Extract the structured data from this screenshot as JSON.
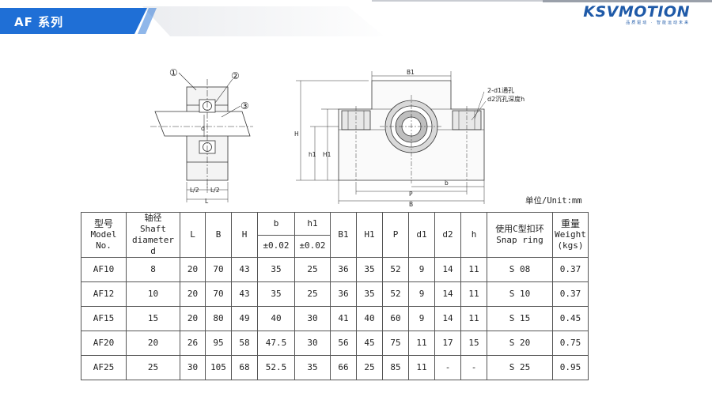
{
  "header": {
    "series_title": "AF 系列",
    "brand_name": "KSVMOTION",
    "brand_slogan": "品质驱动 · 智能运动未来",
    "colors": {
      "bar": "#1f6fd6",
      "accent": "#1f5aa8"
    }
  },
  "drawing": {
    "callouts": [
      "①",
      "②",
      "③"
    ],
    "left_labels": {
      "d": "d",
      "half_left": "L/2",
      "half_right": "L/2",
      "L": "L"
    },
    "right_labels": {
      "B1": "B1",
      "H": "H",
      "h1": "h1",
      "H1": "H1",
      "b": "b",
      "P": "P",
      "B": "B",
      "note_line1": "2-d1通孔",
      "note_line2": "d2沉孔深度h"
    }
  },
  "unit_label": "单位/Unit:mm",
  "table": {
    "headers": {
      "model": [
        "型号",
        "Model No."
      ],
      "shaft": [
        "轴径",
        "Shaft",
        "diameter",
        "d"
      ],
      "L": "L",
      "B": "B",
      "H": "H",
      "b": "b",
      "b_tol": "±0.02",
      "h1": "h1",
      "h1_tol": "±0.02",
      "B1": "B1",
      "H1": "H1",
      "P": "P",
      "d1": "d1",
      "d2": "d2",
      "h": "h",
      "snap": [
        "使用C型扣环",
        "Snap ring"
      ],
      "weight": [
        "重量",
        "Weight",
        "(kgs)"
      ]
    },
    "rows": [
      [
        "AF10",
        "8",
        "20",
        "70",
        "43",
        "35",
        "25",
        "36",
        "35",
        "52",
        "9",
        "14",
        "11",
        "S 08",
        "0.37"
      ],
      [
        "AF12",
        "10",
        "20",
        "70",
        "43",
        "35",
        "25",
        "36",
        "35",
        "52",
        "9",
        "14",
        "11",
        "S 10",
        "0.37"
      ],
      [
        "AF15",
        "15",
        "20",
        "80",
        "49",
        "40",
        "30",
        "41",
        "40",
        "60",
        "9",
        "14",
        "11",
        "S 15",
        "0.45"
      ],
      [
        "AF20",
        "20",
        "26",
        "95",
        "58",
        "47.5",
        "30",
        "56",
        "45",
        "75",
        "11",
        "17",
        "15",
        "S 20",
        "0.75"
      ],
      [
        "AF25",
        "25",
        "30",
        "105",
        "68",
        "52.5",
        "35",
        "66",
        "25",
        "85",
        "11",
        "-",
        "-",
        "S 25",
        "0.95"
      ]
    ]
  }
}
